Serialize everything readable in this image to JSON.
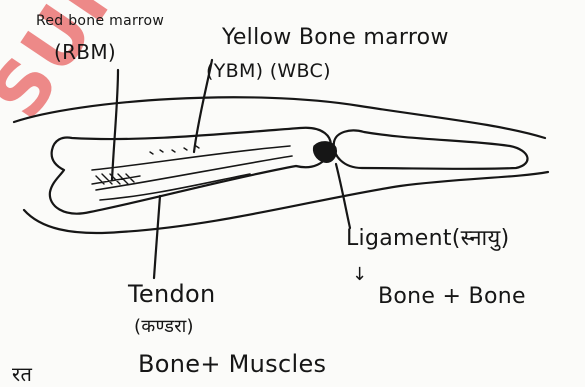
{
  "diagram": {
    "watermark_text": "SURA",
    "labels": {
      "red_bone_marrow": "Red bone marrow",
      "red_bone_marrow_abbr": "(RBM)",
      "yellow_bone_marrow": "Yellow Bone marrow",
      "yellow_bone_marrow_abbr": "(YBM) (WBC)",
      "ligament": "Ligament(स्नायु)",
      "ligament_arrow": "↓",
      "ligament_connects": "Bone + Bone",
      "tendon": "Tendon",
      "tendon_hindi": "(कण्डरा)",
      "tendon_connects": "Bone+ Muscles",
      "corner_text": "रत"
    },
    "colors": {
      "ink": "#161616",
      "watermark": "#e22c2c",
      "paper": "#fbfbf9"
    }
  }
}
